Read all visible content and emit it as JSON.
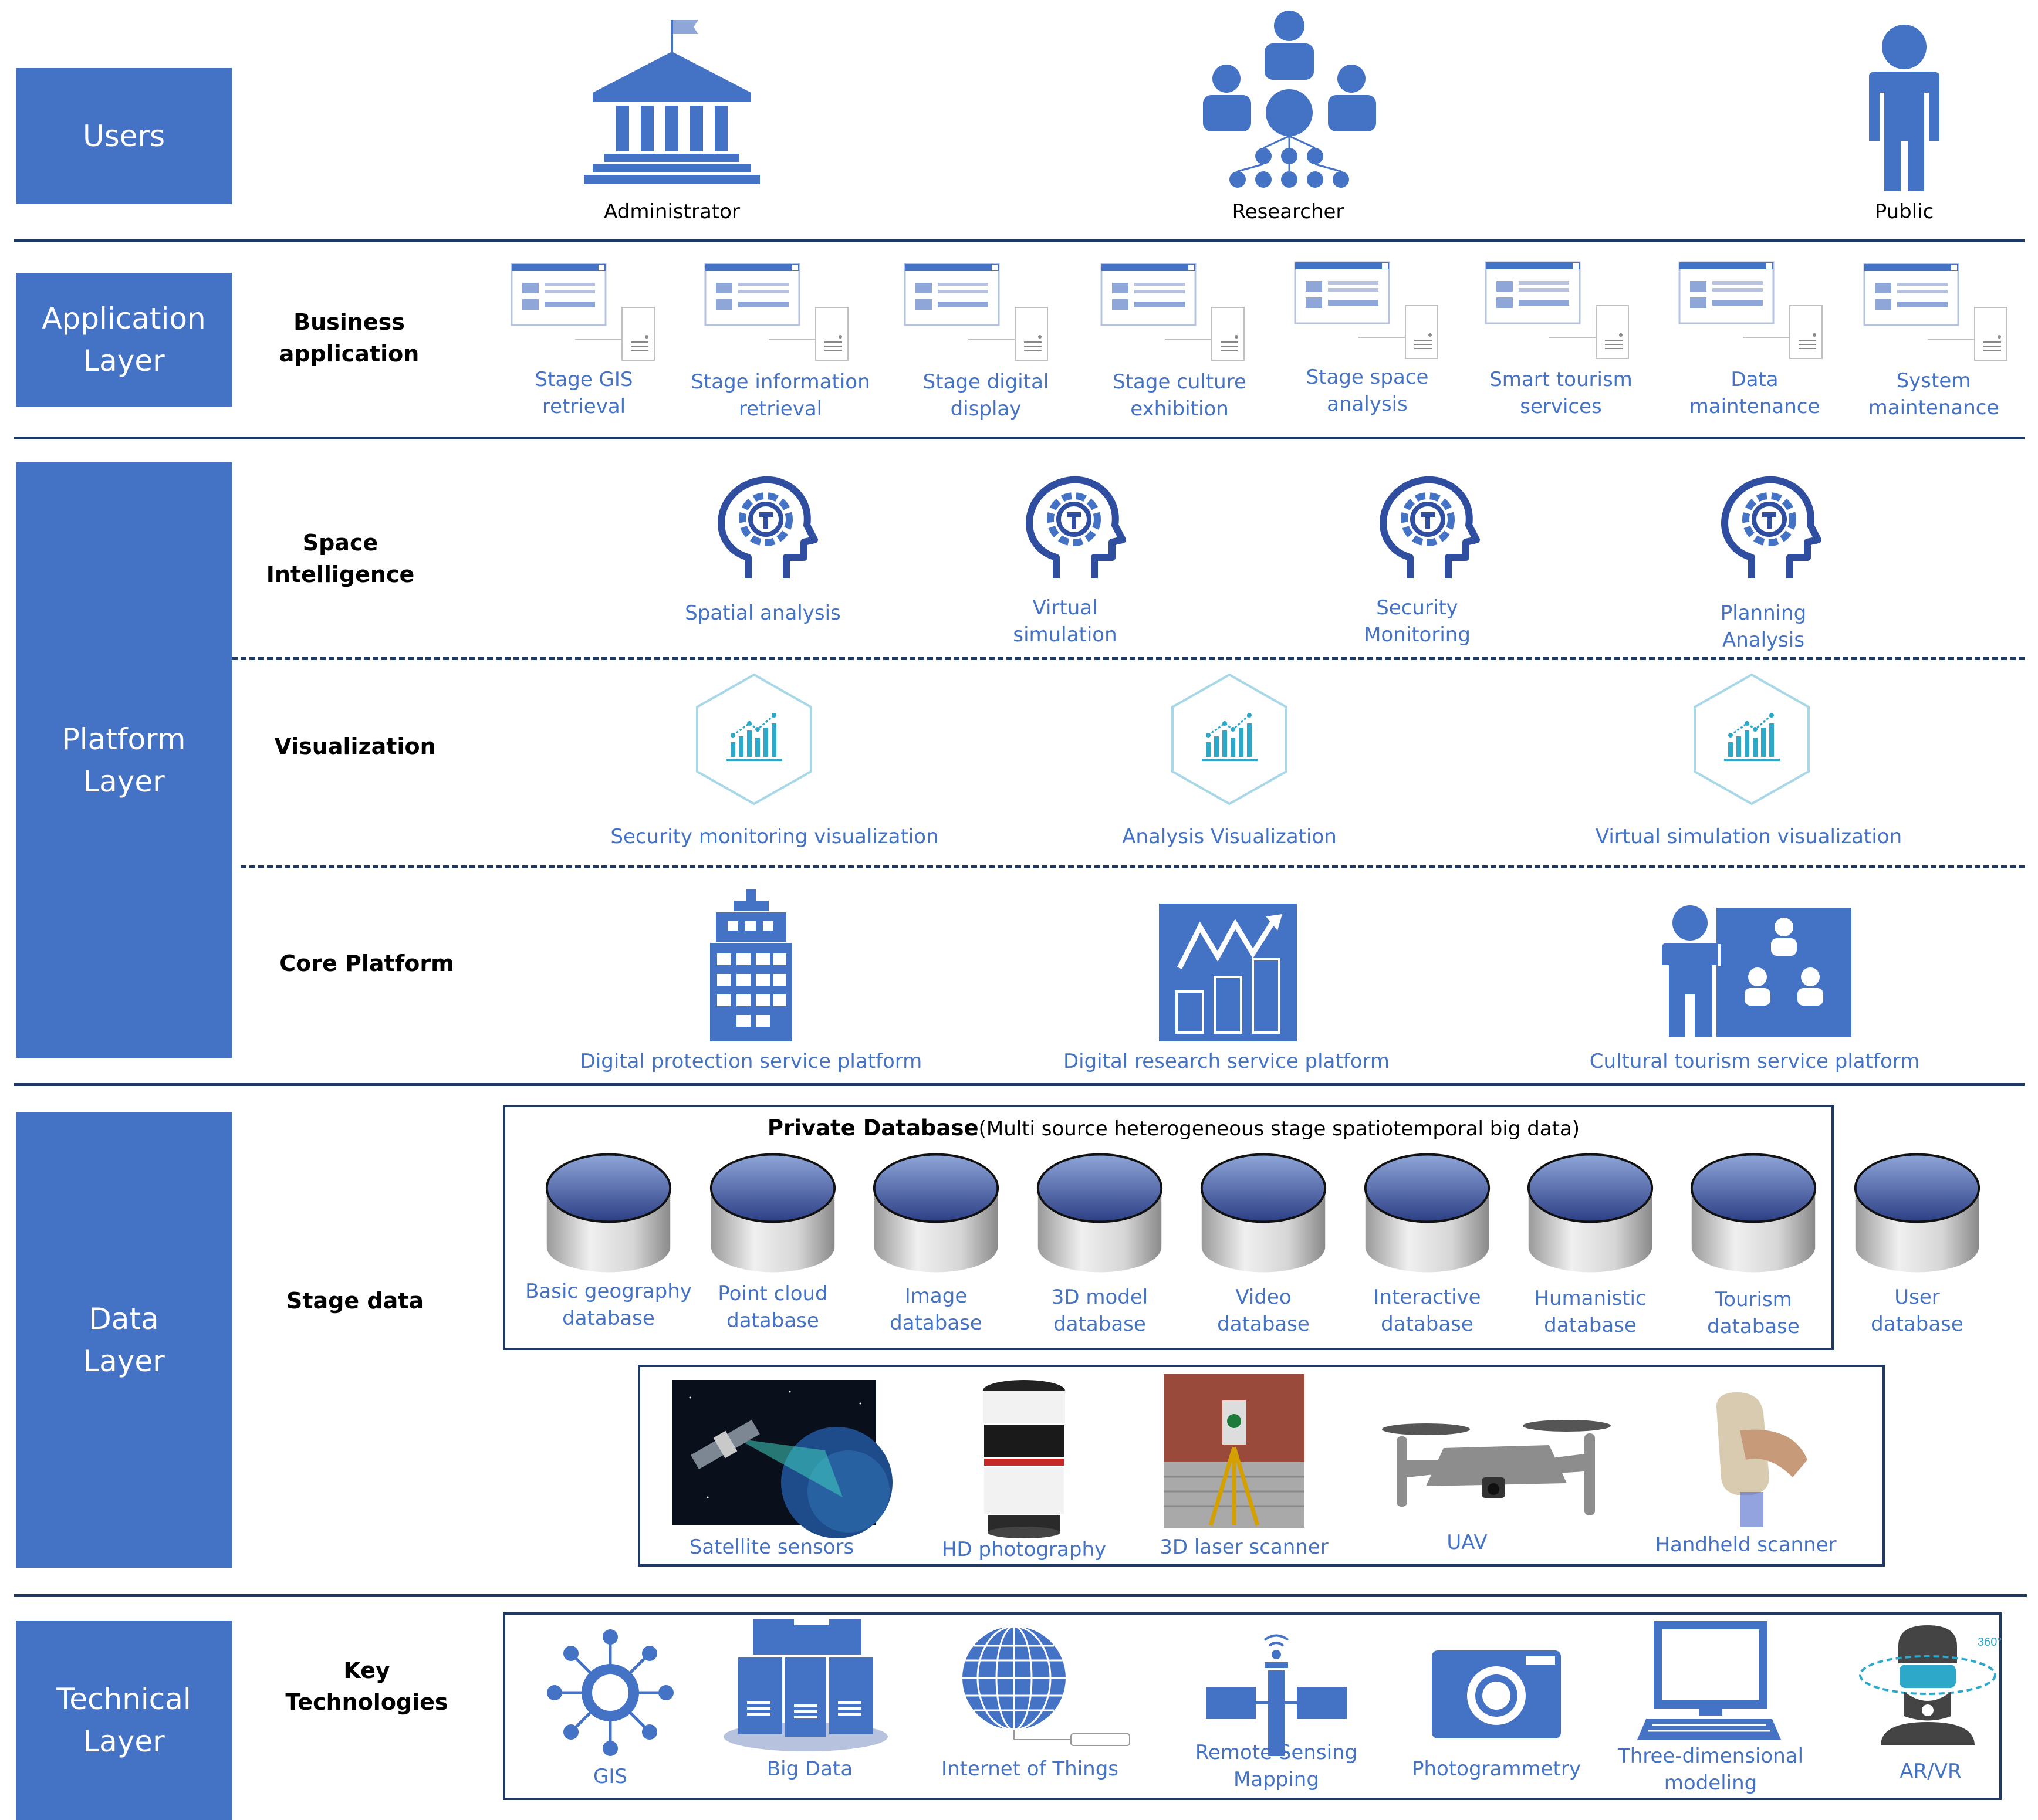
{
  "colors": {
    "accent": "#4472c4",
    "line": "#1f3864",
    "teal": "#2ea8c9"
  },
  "layers": {
    "users": [
      "Users"
    ],
    "application": [
      "Application",
      "Layer"
    ],
    "platform": [
      "Platform",
      "Layer"
    ],
    "data": [
      "Data",
      "Layer"
    ],
    "technical": [
      "Technical",
      "Layer"
    ]
  },
  "users": {
    "administrator": "Administrator",
    "researcher": "Researcher",
    "public": "Public"
  },
  "application": {
    "subtitle": [
      "Business",
      "application"
    ],
    "items": [
      {
        "l1": "Stage GIS",
        "l2": "retrieval"
      },
      {
        "l1": "Stage information",
        "l2": "retrieval"
      },
      {
        "l1": "Stage digital",
        "l2": "display"
      },
      {
        "l1": "Stage culture",
        "l2": "exhibition"
      },
      {
        "l1": "Stage space",
        "l2": "analysis"
      },
      {
        "l1": "Smart tourism",
        "l2": "services"
      },
      {
        "l1": "Data",
        "l2": "maintenance"
      },
      {
        "l1": "System",
        "l2": "maintenance"
      }
    ]
  },
  "platform": {
    "space_intelligence": {
      "title": "Space Intelligence",
      "items": [
        {
          "l1": "Spatial analysis",
          "l2": ""
        },
        {
          "l1": "Virtual",
          "l2": "simulation"
        },
        {
          "l1": "Security",
          "l2": "Monitoring"
        },
        {
          "l1": "Planning",
          "l2": "Analysis"
        }
      ]
    },
    "visualization": {
      "title": "Visualization",
      "items": [
        "Security monitoring visualization",
        "Analysis Visualization",
        "Virtual simulation visualization"
      ]
    },
    "core": {
      "title": "Core Platform",
      "items": [
        "Digital protection service platform",
        "Digital research service platform",
        "Cultural tourism service platform"
      ]
    }
  },
  "data": {
    "subtitle": "Stage data",
    "db_title_bold": "Private Database",
    "db_title_rest": "(Multi source heterogeneous stage spatiotemporal big data)",
    "databases": [
      {
        "l1": "Basic geography",
        "l2": "database"
      },
      {
        "l1": "Point cloud",
        "l2": "database"
      },
      {
        "l1": "Image",
        "l2": "database"
      },
      {
        "l1": "3D model",
        "l2": "database"
      },
      {
        "l1": "Video",
        "l2": "database"
      },
      {
        "l1": "Interactive",
        "l2": "database"
      },
      {
        "l1": "Humanistic",
        "l2": "database"
      },
      {
        "l1": "Tourism",
        "l2": "database"
      },
      {
        "l1": "User",
        "l2": "database"
      }
    ],
    "sources": [
      "Satellite sensors",
      "HD photography",
      "3D laser scanner",
      "UAV",
      "Handheld scanner"
    ]
  },
  "technical": {
    "subtitle": [
      "Key",
      "Technologies"
    ],
    "items": [
      {
        "l1": "GIS",
        "l2": ""
      },
      {
        "l1": "Big Data",
        "l2": ""
      },
      {
        "l1": "Internet of Things",
        "l2": ""
      },
      {
        "l1": "Remote Sensing",
        "l2": "Mapping"
      },
      {
        "l1": "Photogrammetry",
        "l2": ""
      },
      {
        "l1": "Three-dimensional",
        "l2": "modeling"
      },
      {
        "l1": "AR/VR",
        "l2": ""
      }
    ]
  }
}
